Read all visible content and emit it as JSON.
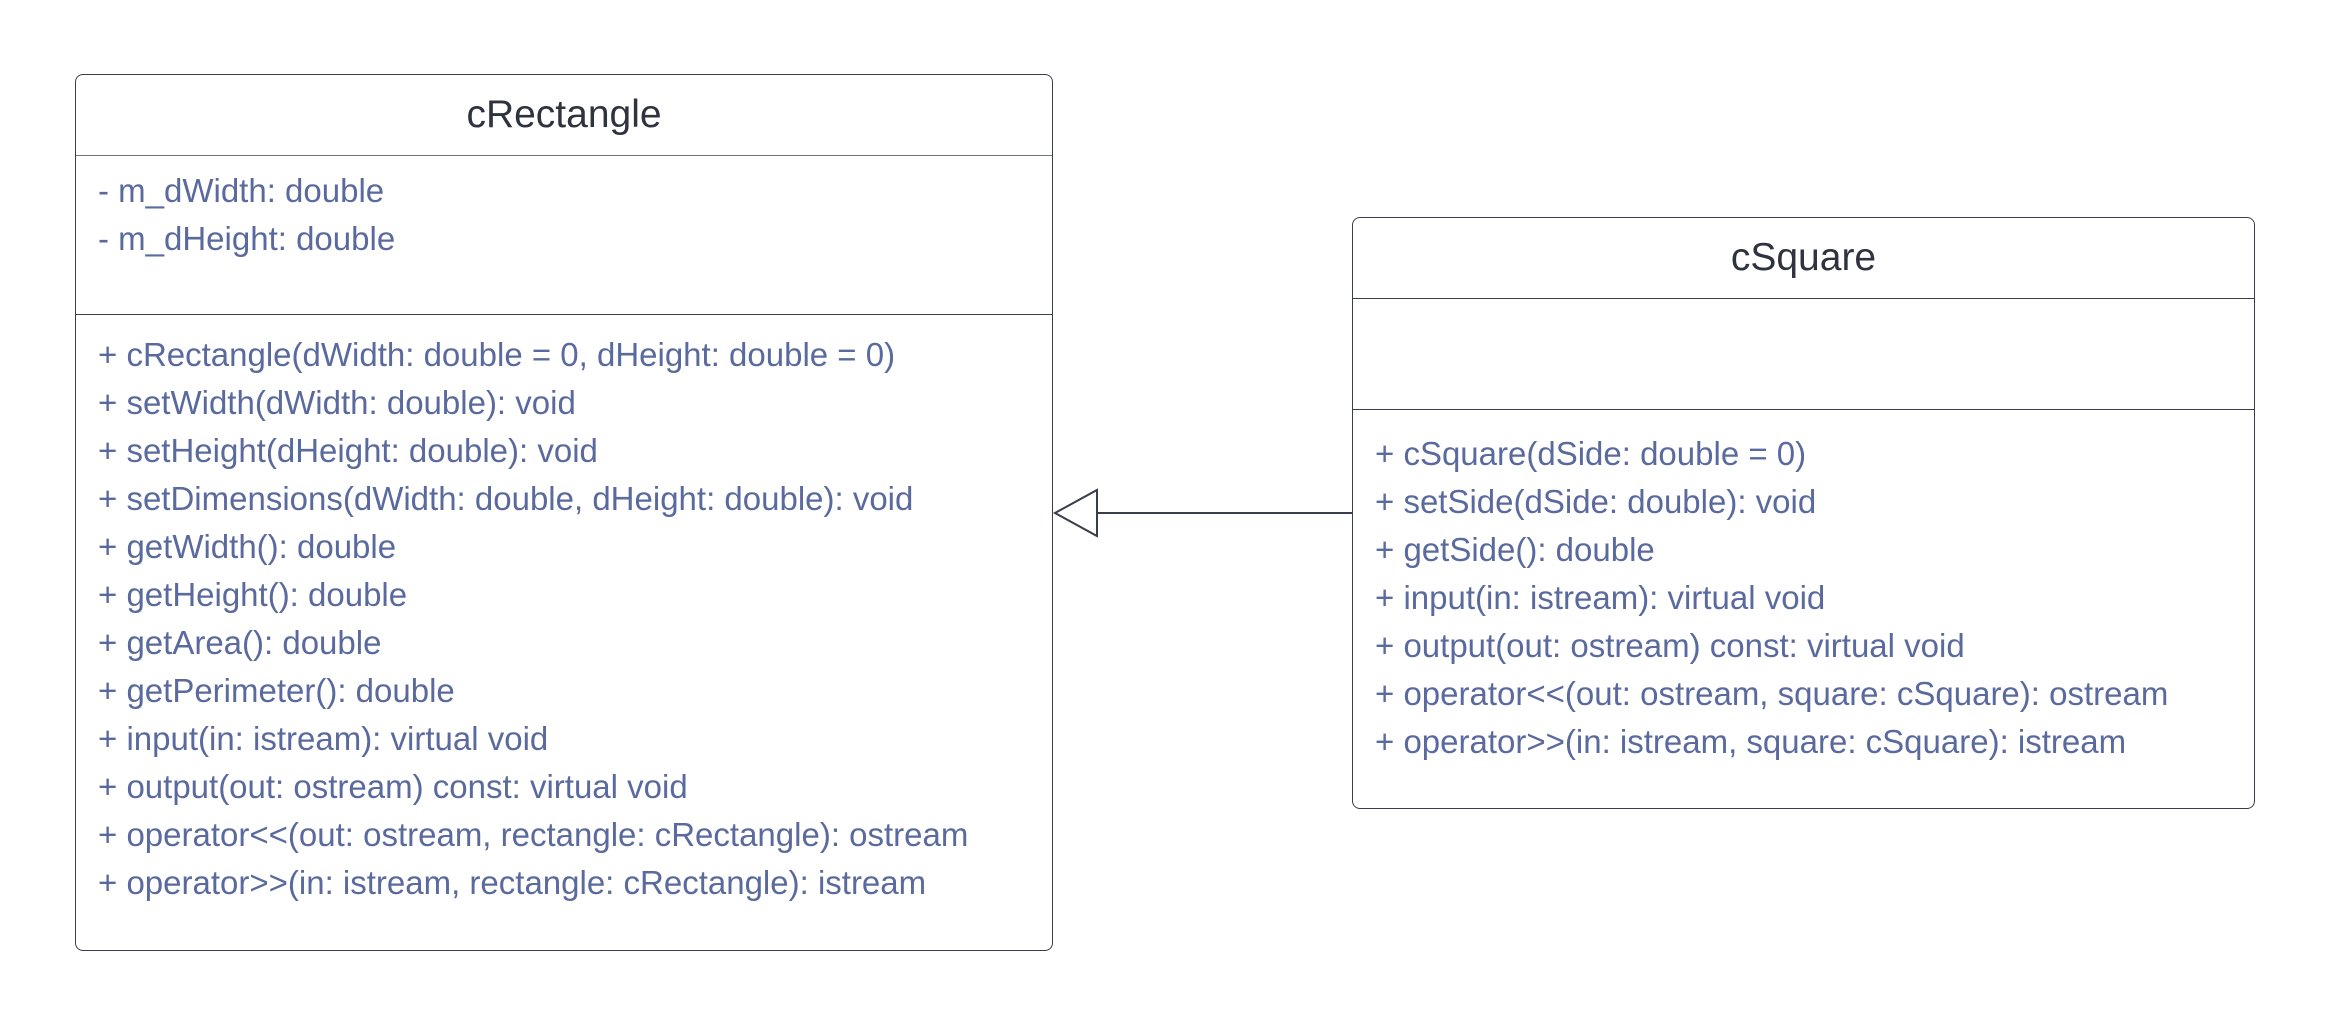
{
  "classes": {
    "rectangle": {
      "name": "cRectangle",
      "attributes": [
        "- m_dWidth: double",
        "- m_dHeight: double"
      ],
      "methods": [
        "+ cRectangle(dWidth: double = 0, dHeight: double = 0)",
        "+ setWidth(dWidth: double): void",
        "+ setHeight(dHeight: double): void",
        "+ setDimensions(dWidth: double, dHeight: double): void",
        "+ getWidth(): double",
        "+ getHeight(): double",
        "+ getArea(): double",
        "+ getPerimeter(): double",
        "+ input(in: istream): virtual void",
        "+ output(out: ostream) const: virtual void",
        "+ operator<<(out: ostream, rectangle: cRectangle): ostream",
        "+ operator>>(in: istream, rectangle: cRectangle): istream"
      ]
    },
    "square": {
      "name": "cSquare",
      "attributes": [],
      "methods": [
        "+ cSquare(dSide: double = 0)",
        "+ setSide(dSide: double): void",
        "+ getSide(): double",
        "+ input(in: istream): virtual void",
        "+ output(out: ostream) const: virtual void",
        "+ operator<<(out: ostream, square: cSquare): ostream",
        "+ operator>>(in: istream, square: cSquare): istream"
      ]
    }
  },
  "relationships": [
    {
      "type": "generalization",
      "from": "cSquare",
      "to": "cRectangle"
    }
  ],
  "colors": {
    "border": "#3a3d4a",
    "title_text": "#2f333f",
    "member_text": "#5a6a9e"
  }
}
